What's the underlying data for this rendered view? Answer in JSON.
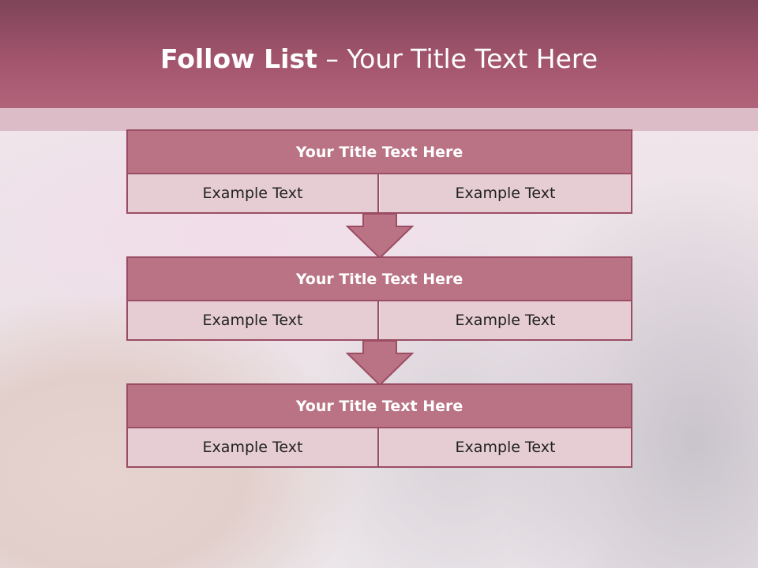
{
  "slide": {
    "title_bold": "Follow List",
    "title_rest": " – Your Title Text Here"
  },
  "steps": [
    {
      "title": "Your Title Text Here",
      "left": "Example Text",
      "right": "Example Text"
    },
    {
      "title": "Your Title Text Here",
      "left": "Example Text",
      "right": "Example Text"
    },
    {
      "title": "Your Title Text Here",
      "left": "Example Text",
      "right": "Example Text"
    }
  ],
  "colors": {
    "header": "#a5566f",
    "box_head": "#ba7384",
    "box_cell": "#e6cdd3",
    "border": "#9b4d64"
  }
}
